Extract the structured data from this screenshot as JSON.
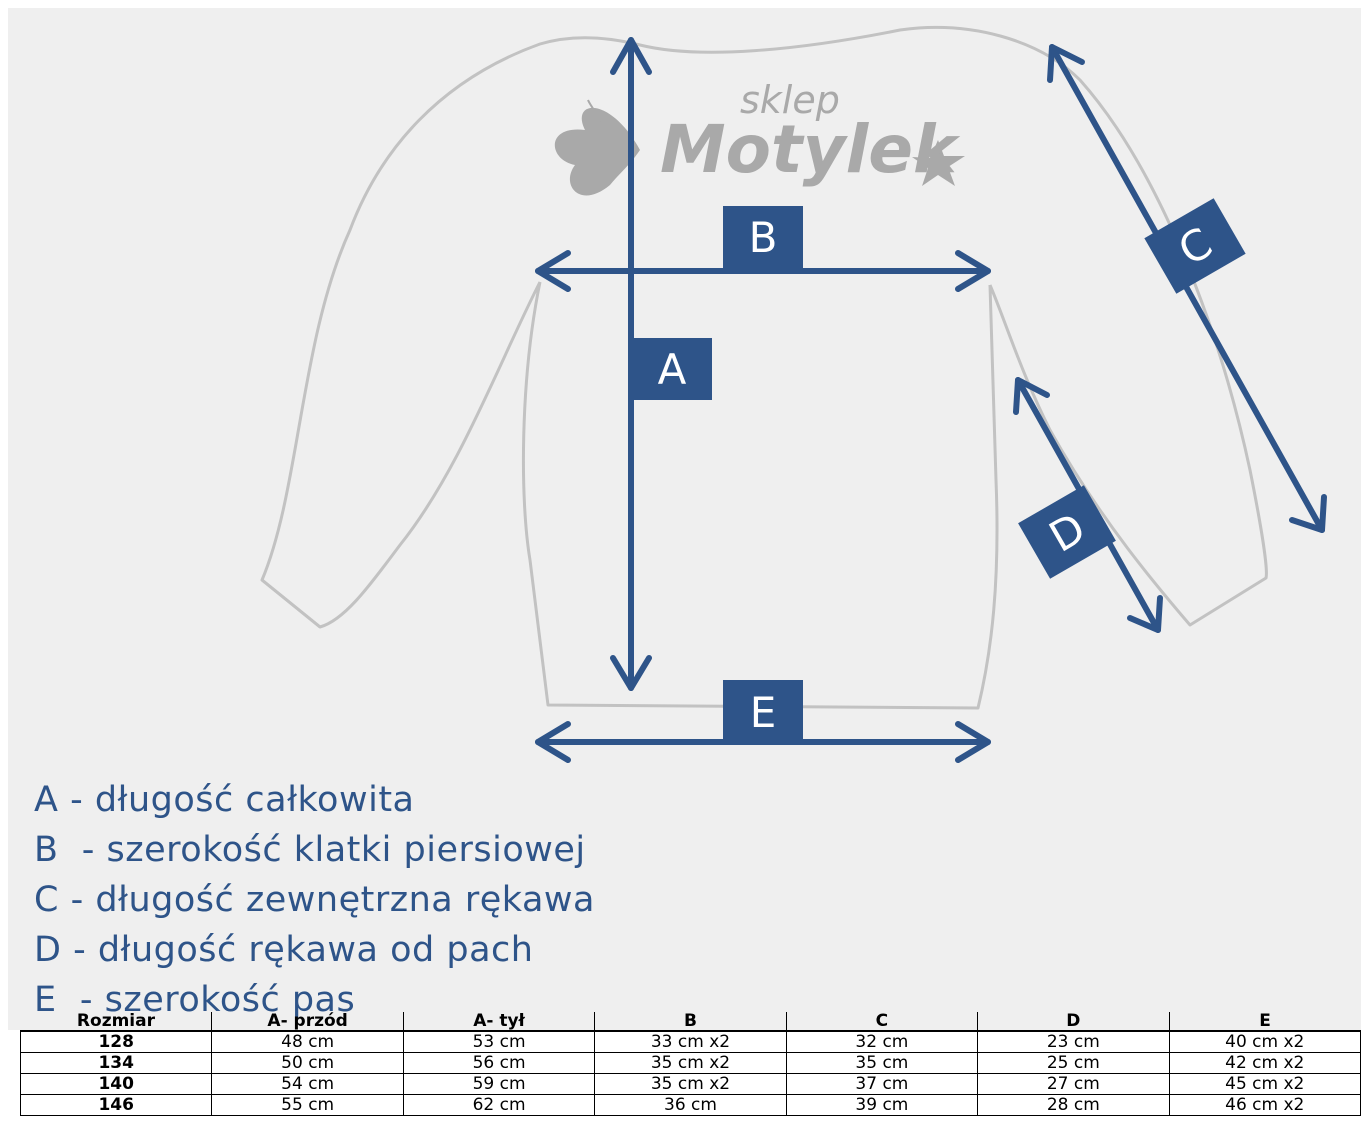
{
  "diagram": {
    "watermark_small": "sklep",
    "watermark_large": "Motylek",
    "labels": {
      "a": "A",
      "b": "B",
      "c": "C",
      "d": "D",
      "e": "E"
    },
    "colors": {
      "navy": "#2e5489",
      "outline": "#c2c2c2",
      "watermark": "#a9a9a9",
      "background": "#efefef"
    }
  },
  "legend": [
    "A - długość całkowita",
    "B  - szerokość klatki piersiowej",
    "C - długość zewnętrzna rękawa",
    "D - długość rękawa od pach",
    "E  - szerokość pas"
  ],
  "table": {
    "headers": [
      "Rozmiar",
      "A- przód",
      "A- tył",
      "B",
      "C",
      "D",
      "E"
    ],
    "rows": [
      [
        "128",
        "48 cm",
        "53 cm",
        "33 cm x2",
        "32 cm",
        "23 cm",
        "40 cm x2"
      ],
      [
        "134",
        "50 cm",
        "56 cm",
        "35 cm x2",
        "35 cm",
        "25 cm",
        "42 cm x2"
      ],
      [
        "140",
        "54 cm",
        "59 cm",
        "35 cm x2",
        "37 cm",
        "27 cm",
        "45 cm x2"
      ],
      [
        "146",
        "55 cm",
        "62 cm",
        "36 cm",
        "39 cm",
        "28 cm",
        "46 cm x2"
      ]
    ]
  }
}
